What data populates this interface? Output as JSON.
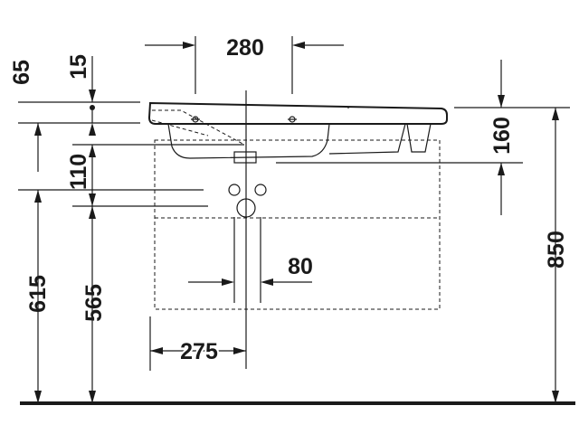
{
  "dimensions": {
    "d280": "280",
    "d65": "65",
    "d15": "15",
    "d160": "160",
    "d110": "110",
    "d850": "850",
    "d615": "615",
    "d565": "565",
    "d80": "80",
    "d275": "275"
  },
  "colors": {
    "line": "#1a1a1a",
    "background": "#ffffff"
  }
}
